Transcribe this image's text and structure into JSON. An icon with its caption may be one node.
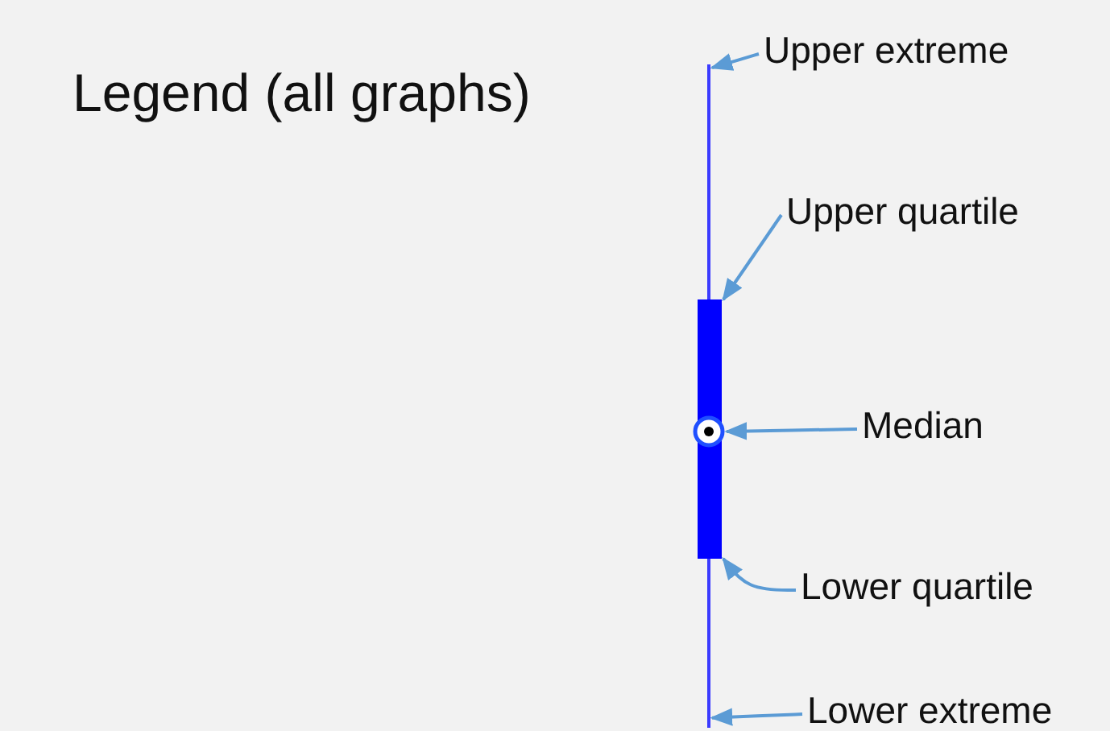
{
  "diagram": {
    "title": "Legend (all graphs)",
    "nodes": [
      {
        "text": [
          "Upper extreme"
        ]
      },
      {
        "text": [
          "Upper quartile"
        ]
      },
      {
        "text": [
          "Median"
        ]
      },
      {
        "text": [
          "Lower quartile"
        ]
      },
      {
        "text": [
          "Lower extreme"
        ]
      },
      {
        "text": [],
        "shape": "line"
      },
      {
        "text": [],
        "shape": "bar"
      },
      {
        "text": [],
        "shape": "circle",
        "in": 6
      }
    ],
    "edges": [
      {
        "from": 0,
        "to": 5,
        "arrow": "to"
      },
      {
        "from": 1,
        "to": 6,
        "arrow": "to"
      },
      {
        "from": 2,
        "to": 7,
        "arrow": "to"
      },
      {
        "from": 3,
        "to": 6,
        "arrow": "to"
      },
      {
        "from": 4,
        "to": 5,
        "arrow": "to"
      }
    ]
  }
}
